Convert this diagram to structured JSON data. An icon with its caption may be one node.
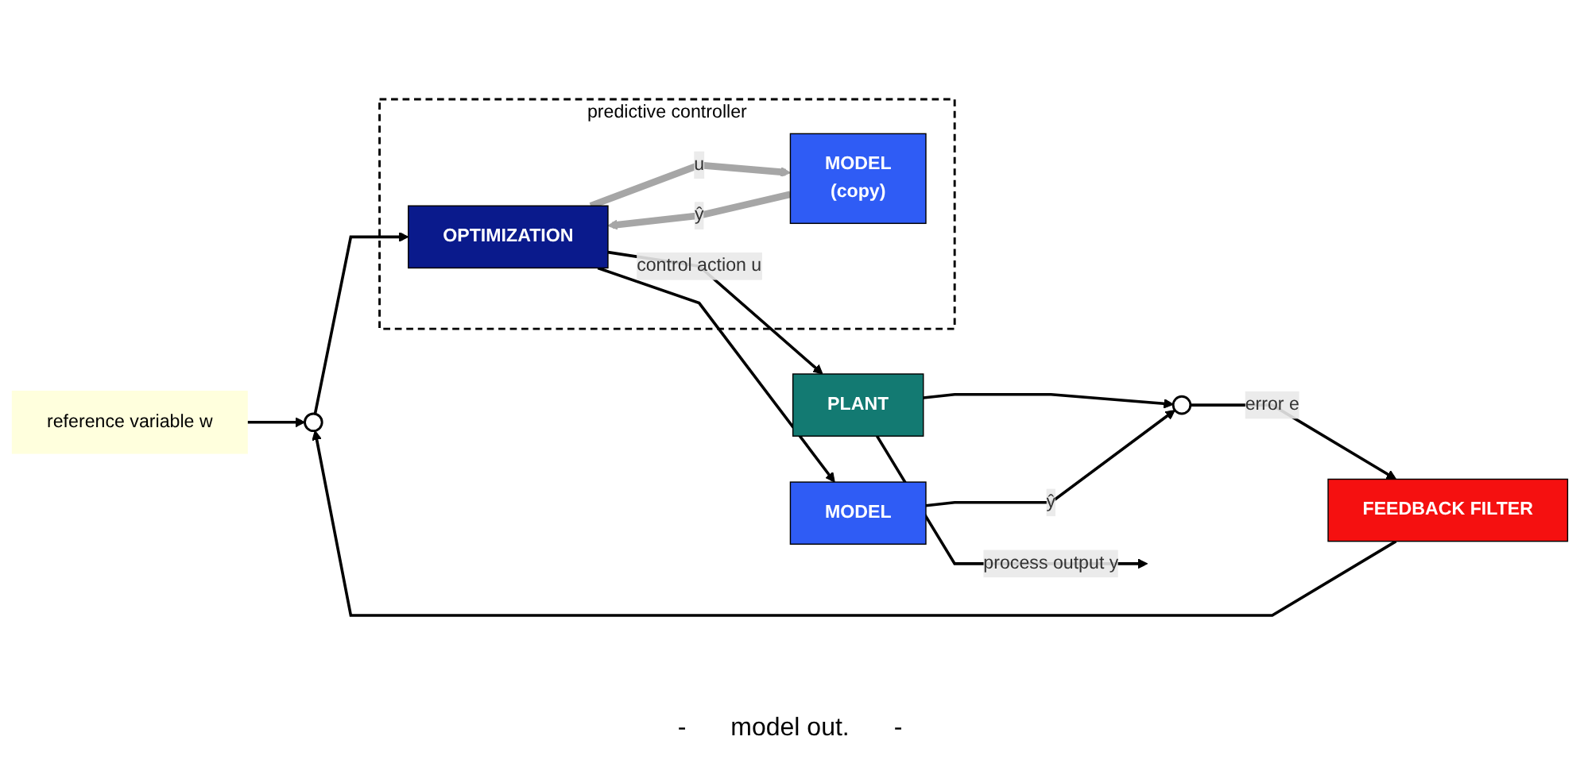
{
  "diagram": {
    "nodes": [
      {
        "text": [
          "reference variable w"
        ]
      },
      {
        "text": [],
        "shape": "circle"
      },
      {
        "text": [
          "predictive controller"
        ]
      },
      {
        "text": [
          "OPTIMIZATION"
        ],
        "in": 2
      },
      {
        "text": [
          "MODEL",
          "(copy)"
        ],
        "in": 2
      },
      {
        "text": [
          "PLANT"
        ]
      },
      {
        "text": [
          "MODEL"
        ]
      },
      {
        "text": [],
        "shape": "circle"
      },
      {
        "text": [
          "FEEDBACK FILTER"
        ]
      }
    ],
    "edges": [
      {
        "from": 0,
        "to": 1,
        "arrow": "to"
      },
      {
        "from": 1,
        "to": 3,
        "arrow": "to"
      },
      {
        "from": 3,
        "to": 5,
        "arrow": "to",
        "label": "control action u"
      },
      {
        "from": 3,
        "to": 6,
        "arrow": "to"
      },
      {
        "from": 5,
        "to": 7,
        "arrow": "to"
      },
      {
        "from": 5,
        "to": null,
        "arrow": "to",
        "label": "process output y"
      },
      {
        "from": 6,
        "to": 7,
        "arrow": "to",
        "label": "ŷ"
      },
      {
        "from": 7,
        "to": 8,
        "arrow": "to",
        "label": "error e"
      },
      {
        "from": 8,
        "to": 1,
        "arrow": "to"
      },
      {
        "from": 3,
        "to": 4,
        "arrow": "to",
        "label": "u",
        "style": "thick",
        "color": "#a6a6a6"
      },
      {
        "from": 4,
        "to": 3,
        "arrow": "to",
        "label": "ŷ",
        "style": "thick",
        "color": "#a6a6a6"
      }
    ],
    "labels": [
      "-",
      "model out.",
      "-"
    ]
  }
}
